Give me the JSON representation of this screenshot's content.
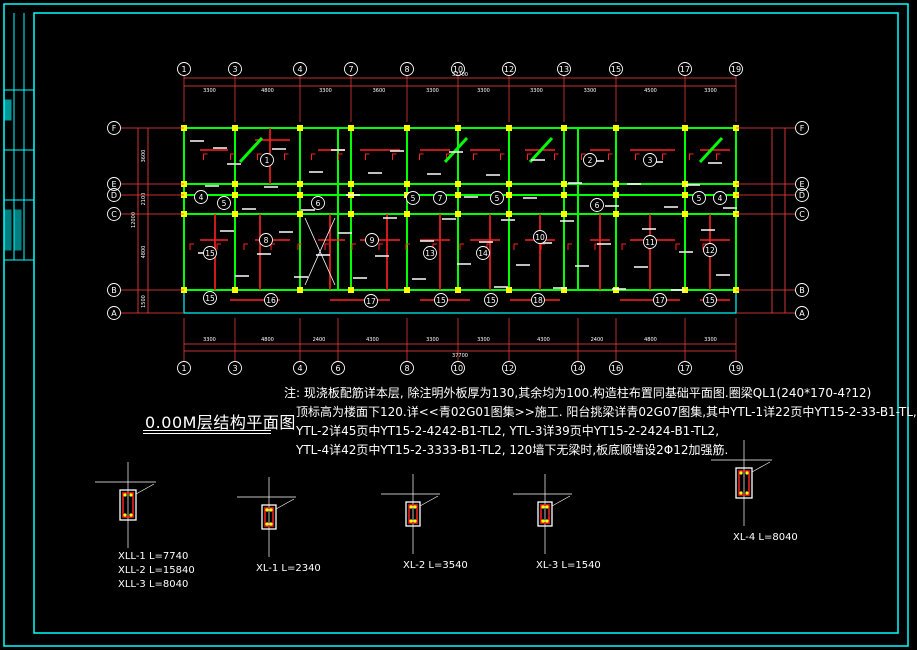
{
  "colors": {
    "frame": "#00ffff",
    "grid_bubble": "#ffffff",
    "wall": "#00ff00",
    "slab_border": "#00ffff",
    "beam_red": "#ff2020",
    "column": "#ffff00",
    "rebar": "#ffff00",
    "text": "#ffffff",
    "dim": "#ff4040"
  },
  "grid": {
    "top_axes": [
      "1",
      "3",
      "4",
      "7",
      "8",
      "10",
      "12",
      "13",
      "15",
      "17",
      "19"
    ],
    "bottom_axes": [
      "1",
      "3",
      "4",
      "6",
      "8",
      "10",
      "12",
      "14",
      "16",
      "17",
      "19"
    ],
    "left_axes": [
      "F",
      "E",
      "D",
      "C",
      "B",
      "A"
    ],
    "right_axes": [
      "F",
      "E",
      "D",
      "C",
      "B",
      "A"
    ],
    "top_dims": [
      "3300",
      "4800",
      "3300",
      "3600",
      "3300",
      "3300",
      "3300",
      "3300",
      "4500",
      "3300"
    ],
    "top_total": "37700",
    "bottom_dims": [
      "3300",
      "4800",
      "2400",
      "4300",
      "3300",
      "3300",
      "4300",
      "2400",
      "4800",
      "3300"
    ],
    "bottom_total": "37700",
    "left_dims": [
      "3600",
      "2100",
      "4800",
      "1500"
    ],
    "left_total": "12000"
  },
  "slab_labels": [
    "1",
    "2",
    "3",
    "4",
    "5",
    "6",
    "7",
    "8",
    "9",
    "10",
    "11",
    "12",
    "13",
    "14",
    "15",
    "16",
    "17",
    "18"
  ],
  "plan_title": "0.00M层结构平面图",
  "notes": [
    "注: 现浇板配筋详本层, 除注明外板厚为130,其余均为100.构造柱布置同基础平面图.圈梁QL1(240*170-4?12)",
    "顶标高为楼面下120.详<<青02G01图集>>施工. 阳台挑梁详青02G07图集,其中YTL-1详22页中YT15-2-33-B1-TL,",
    "YTL-2详45页中YT15-2-4242-B1-TL2, YTL-3详39页中YT15-2-2424-B1-TL2,",
    "YTL-4详42页中YT15-2-3333-B1-TL2, 120墙下无梁时,板底顺墙设2Φ12加强筋."
  ],
  "details": [
    {
      "label": "XLL-1 L=7740",
      "sub": [
        "XLL-2 L=15840",
        "XLL-3 L=8040"
      ]
    },
    {
      "label": "XL-1 L=2340",
      "sub": []
    },
    {
      "label": "XL-2 L=3540",
      "sub": []
    },
    {
      "label": "XL-3 L=1540",
      "sub": []
    },
    {
      "label": "XL-4 L=8040",
      "sub": []
    }
  ]
}
